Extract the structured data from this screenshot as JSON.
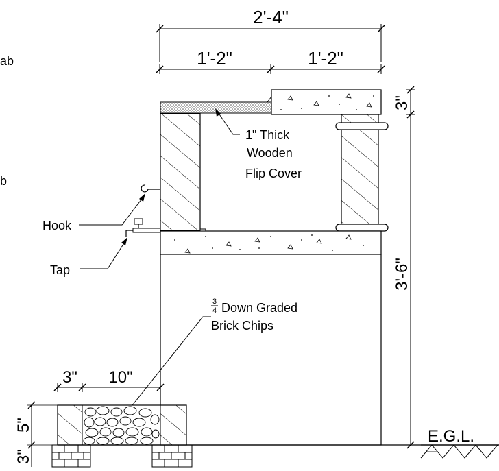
{
  "dimensions": {
    "overall_width": "2'-4\"",
    "left_half": "1'-2\"",
    "right_half": "1'-2\"",
    "top_slab": "3\"",
    "height": "3'-6\"",
    "base_offset": "3\"",
    "base_width": "10\"",
    "base_height": "5\"",
    "footing": "3\""
  },
  "labels": {
    "cover_line1": "1\" Thick",
    "cover_line2": "Wooden",
    "cover_line3": "Flip Cover",
    "hook": "Hook",
    "tap": "Tap",
    "chips_frac_num": "3",
    "chips_frac_den": "4",
    "chips_line1": "Down Graded",
    "chips_line2": "Brick Chips",
    "ground": "E.G.L."
  },
  "edge_fragments": {
    "top": "ab",
    "middle": "b"
  }
}
